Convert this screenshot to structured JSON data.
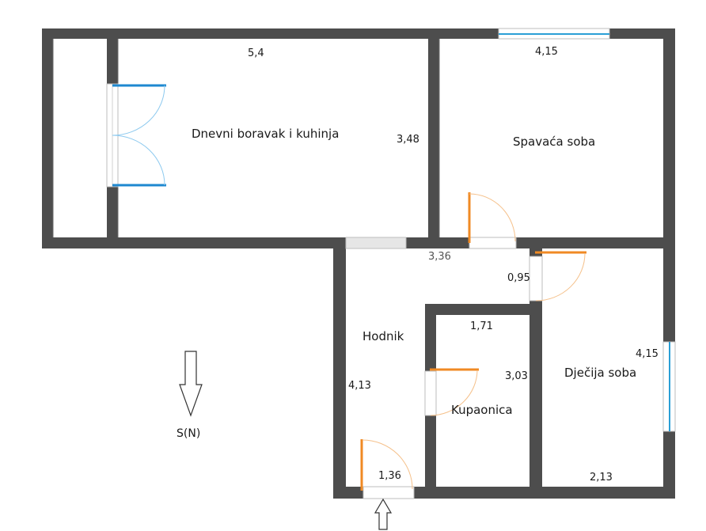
{
  "rooms": {
    "living": "Dnevni boravak i kuhinja",
    "bedroom": "Spavaća soba",
    "hallway": "Hodnik",
    "bathroom": "Kupaonica",
    "kids_room": "Dječija soba"
  },
  "dimensions": {
    "living_width": "5,4",
    "living_depth": "3,48",
    "bedroom_width": "4,15",
    "hall_width": "3,36",
    "hall_gap": "0,95",
    "hall_length": "4,13",
    "entry_width": "1,36",
    "bath_width": "1,71",
    "bath_length": "3,03",
    "kids_length": "4,15",
    "kids_width": "2,13"
  },
  "orientation": {
    "label": "S(N)"
  },
  "colors": {
    "wall": "#4d4d4d",
    "window": "#2a9fd6",
    "door_leaf": "#f08a24",
    "balcony_door": "#1e88d0"
  }
}
